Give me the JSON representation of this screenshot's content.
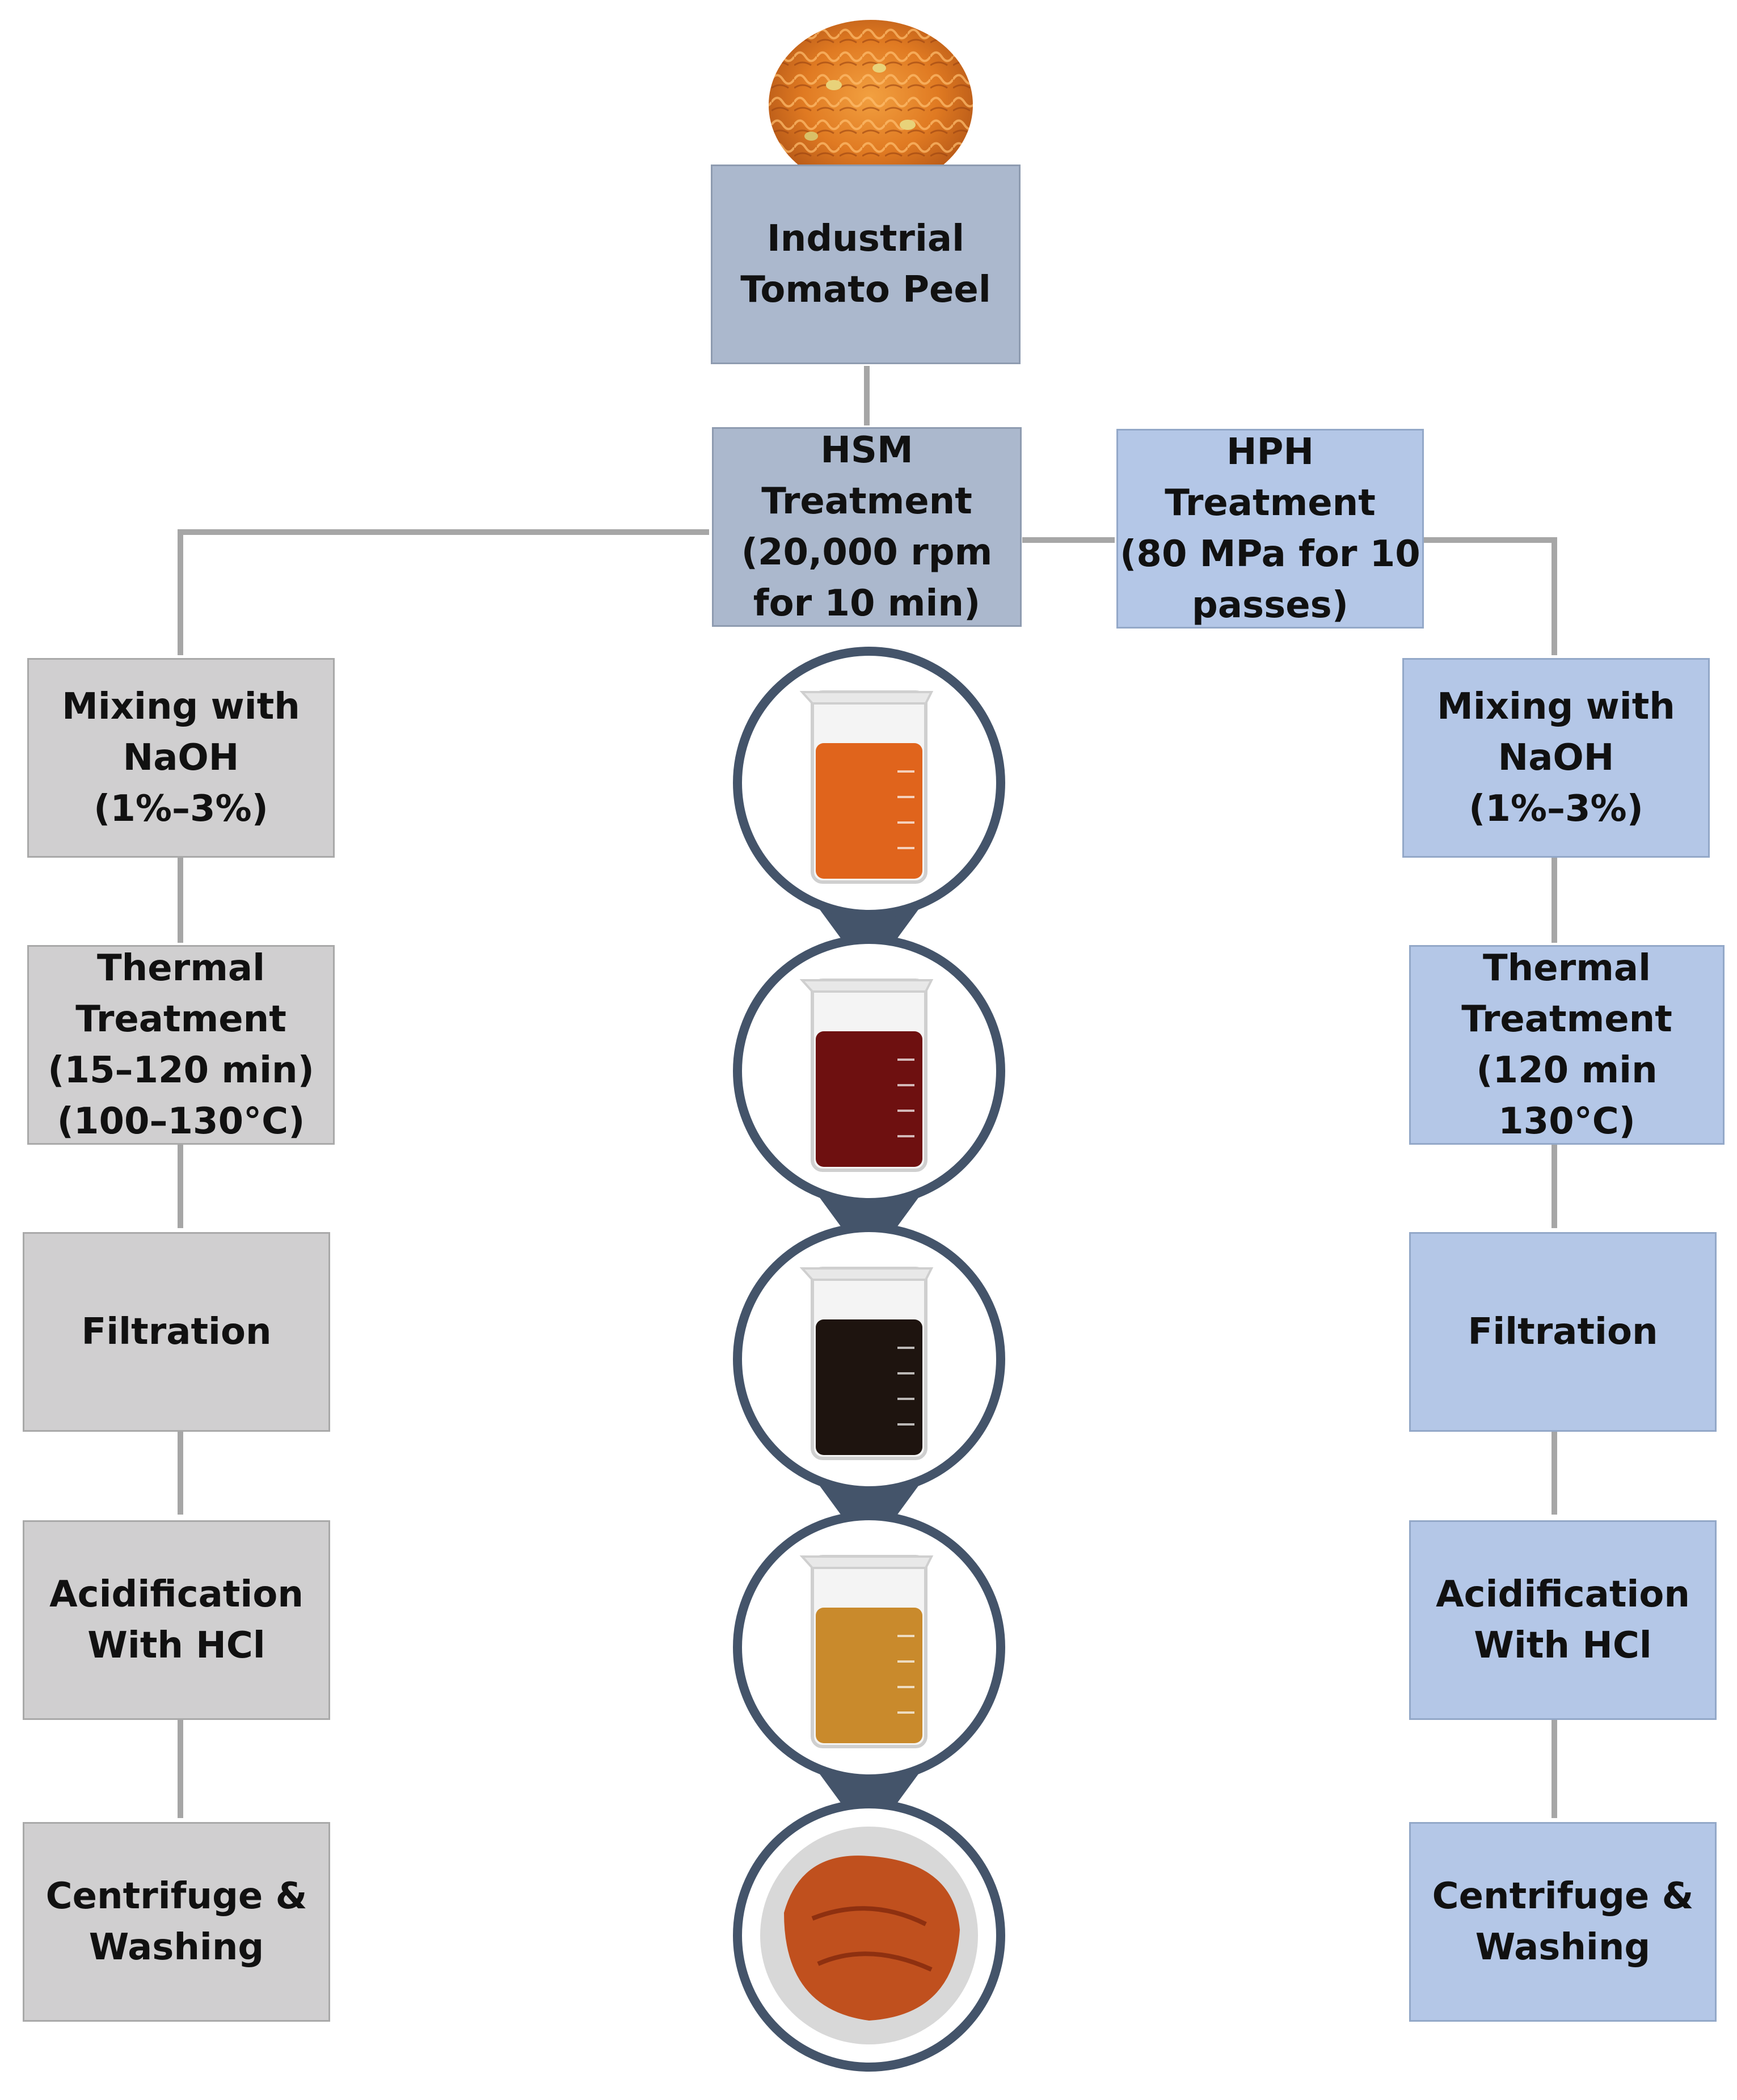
{
  "top": {
    "title": "Industrial\nTomato Peel"
  },
  "center": {
    "title": "HSM\nTreatment\n(20,000 rpm\nfor 10 min)"
  },
  "hph": {
    "title": "HPH\nTreatment\n(80 MPa for 10\npasses)"
  },
  "left_steps": [
    "Mixing with\nNaOH\n(1%–3%)",
    "Thermal\nTreatment\n(15–120 min)\n(100–130°C)",
    "Filtration",
    "Acidification\nWith HCl",
    "Centrifuge &\nWashing"
  ],
  "right_steps": [
    "Mixing with\nNaOH\n(1%–3%)",
    "Thermal\nTreatment\n(120 min 130°C)",
    "Filtration",
    "Acidification\nWith HCl",
    "Centrifuge &\nWashing"
  ],
  "photos": [
    {
      "name": "beaker-orange-suspension-photo",
      "liquid": "#e0641c"
    },
    {
      "name": "beaker-dark-red-extract-photo",
      "liquid": "#6e1010"
    },
    {
      "name": "beaker-black-filtrate-photo",
      "liquid": "#1e140f"
    },
    {
      "name": "beaker-amber-acidified-photo",
      "liquid": "#c98a2c"
    },
    {
      "name": "cutin-paste-photo",
      "liquid": "#c0501e"
    }
  ],
  "colors": {
    "connector": "#a6a6a6",
    "circle_border": "#44546a",
    "gray_box": "#d0cfd0",
    "slate_box": "#abb8cd",
    "blue_box": "#b4c7e7"
  }
}
